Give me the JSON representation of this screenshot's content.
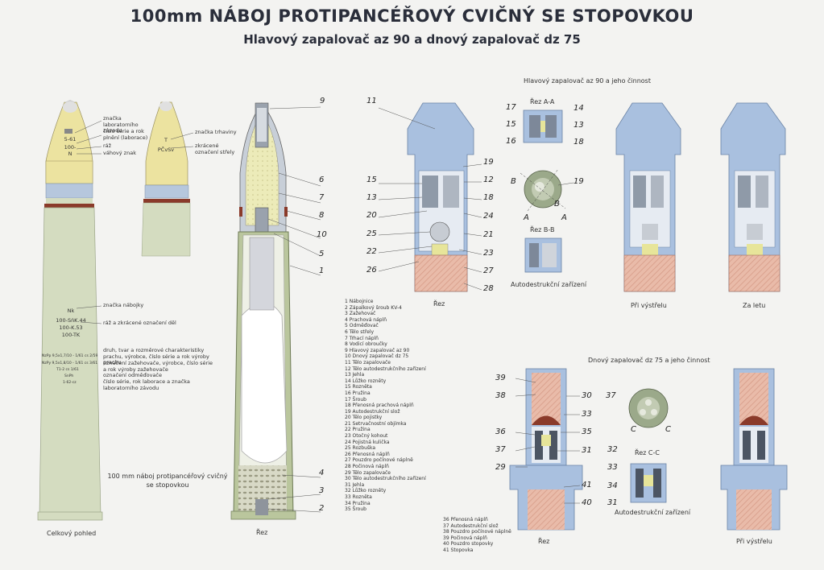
{
  "title": "100mm NÁBOJ PROTIPANCÉŘOVÝ CVIČNÝ SE STOPOVKOU",
  "subtitle": "Hlavový zapalovač az 90 a dnový zapalovač dz 75",
  "overview": {
    "caption": "Celkový pohled",
    "markings_top": [
      "5-61",
      "100-",
      "N"
    ],
    "markings_mid": [
      "T",
      "PČvSv"
    ],
    "markings_case": [
      "Nk",
      "100-SńK.44",
      "100-K.53",
      "100-TK"
    ],
    "markings_case_small": [
      "NzPp 9,5x1,7/10 - 1/61 cs 2/59",
      "NzPy 9,5x1,8/10 - 1/61 cs 3/61",
      "T1-2 cs 1/61",
      "SnPh",
      "1-62-cz"
    ],
    "callouts_projectile": [
      "značka laboratorního závodu",
      "číslo série a rok plnění (laborace)",
      "ráž",
      "váhový znak"
    ],
    "callouts_projectile2": [
      "značka trhaviny",
      "zkrácené označení střely"
    ],
    "callouts_case": [
      "značka nábojky",
      "ráž a zkrácené označení děl",
      "druh, tvar a rozměrové charakteristiky prachu, výrobce, číslo série a rok výroby prachu",
      "označení zažehovače, výrobce, číslo série a rok výroby zažehovače",
      "označení odměďovače",
      "číslo série, rok laborace a značka laboratorního závodu"
    ],
    "round_name": "100 mm náboj protipancéřový cvičný se stopovkou"
  },
  "section": {
    "caption": "Řez",
    "numbers": [
      "9",
      "6",
      "7",
      "8",
      "10",
      "5",
      "1",
      "4",
      "3",
      "2"
    ]
  },
  "az90": {
    "heading": "Hlavový zapalovač az 90 a jeho činnost",
    "section_caption": "Řez",
    "left_numbers": [
      "11",
      "15",
      "13",
      "20",
      "25",
      "22",
      "26"
    ],
    "right_numbers": [
      "19",
      "12",
      "18",
      "24",
      "21",
      "23",
      "27",
      "28"
    ],
    "aa_title": "Řez A-A",
    "aa_numbers": [
      "17",
      "15",
      "16",
      "14",
      "13",
      "18"
    ],
    "bb_title": "Řez B-B",
    "bb_number": "19",
    "bb_letters": [
      "B",
      "B",
      "A",
      "A"
    ],
    "autodestruct": "Autodestrukční zařízení",
    "state1": "Při výstřelu",
    "state2": "Za letu"
  },
  "dz75": {
    "heading": "Dnový zapalovač dz 75 a jeho činnost",
    "section_caption": "Řez",
    "left_numbers": [
      "39",
      "38",
      "36",
      "37",
      "29"
    ],
    "right_numbers": [
      "30",
      "33",
      "35",
      "31",
      "41",
      "40"
    ],
    "cc_title": "Řez C-C",
    "cc_numbers": [
      "37",
      "32",
      "33",
      "34",
      "31"
    ],
    "cc_letters": [
      "C",
      "C"
    ],
    "autodestruct": "Autodestrukční zařízení",
    "state1": "Při výstřelu"
  },
  "legend": [
    "1 Nábojnice",
    "2 Zápalkový šroub KV-4",
    "3 Zažehovač",
    "4 Prachová náplň",
    "5 Odměďovač",
    "6 Tělo střely",
    "7 Trhací náplň",
    "8 Vodicí obroučky",
    "9 Hlavový zapalovač az 90",
    "10 Dnový zapalovač dz 75",
    "11 Tělo zapalovače",
    "12 Tělo autodestrukčního zařízení",
    "13 Jehla",
    "14 Lůžko rozněty",
    "15 Rozněta",
    "16 Pružina",
    "17 Šroub",
    "18 Přenosná prachová náplň",
    "19 Autodestrukční slož",
    "20 Tělo pojistky",
    "21 Setrvačnostní objímka",
    "22 Pružina",
    "23 Otočný kohout",
    "24 Pojistná kulička",
    "25 Rozbuška",
    "26 Přenosná náplň",
    "27 Pouzdro počínové náplně",
    "28 Počinová náplň",
    "29 Tělo zapalovače",
    "30 Tělo autodestrukčního zařízení",
    "31 Jehla",
    "32 Lůžko rozněty",
    "33 Rozněta",
    "34 Pružina",
    "35 Šroub"
  ],
  "legend2": [
    "36 Přenosná náplň",
    "37 Autodestrukční slož",
    "38 Pouzdro počínové náplně",
    "39 Počinová náplň",
    "40 Pouzdro stopovky",
    "41 Stopovka"
  ],
  "colors": {
    "paper": "#f3f3f1",
    "body_green": "#d4dcc0",
    "ogive_yellow": "#e8e2a8",
    "band_blue": "#b4c6dc",
    "fuze_blue": "#a9c0df",
    "charge_pink": "#e8b9a8"
  }
}
